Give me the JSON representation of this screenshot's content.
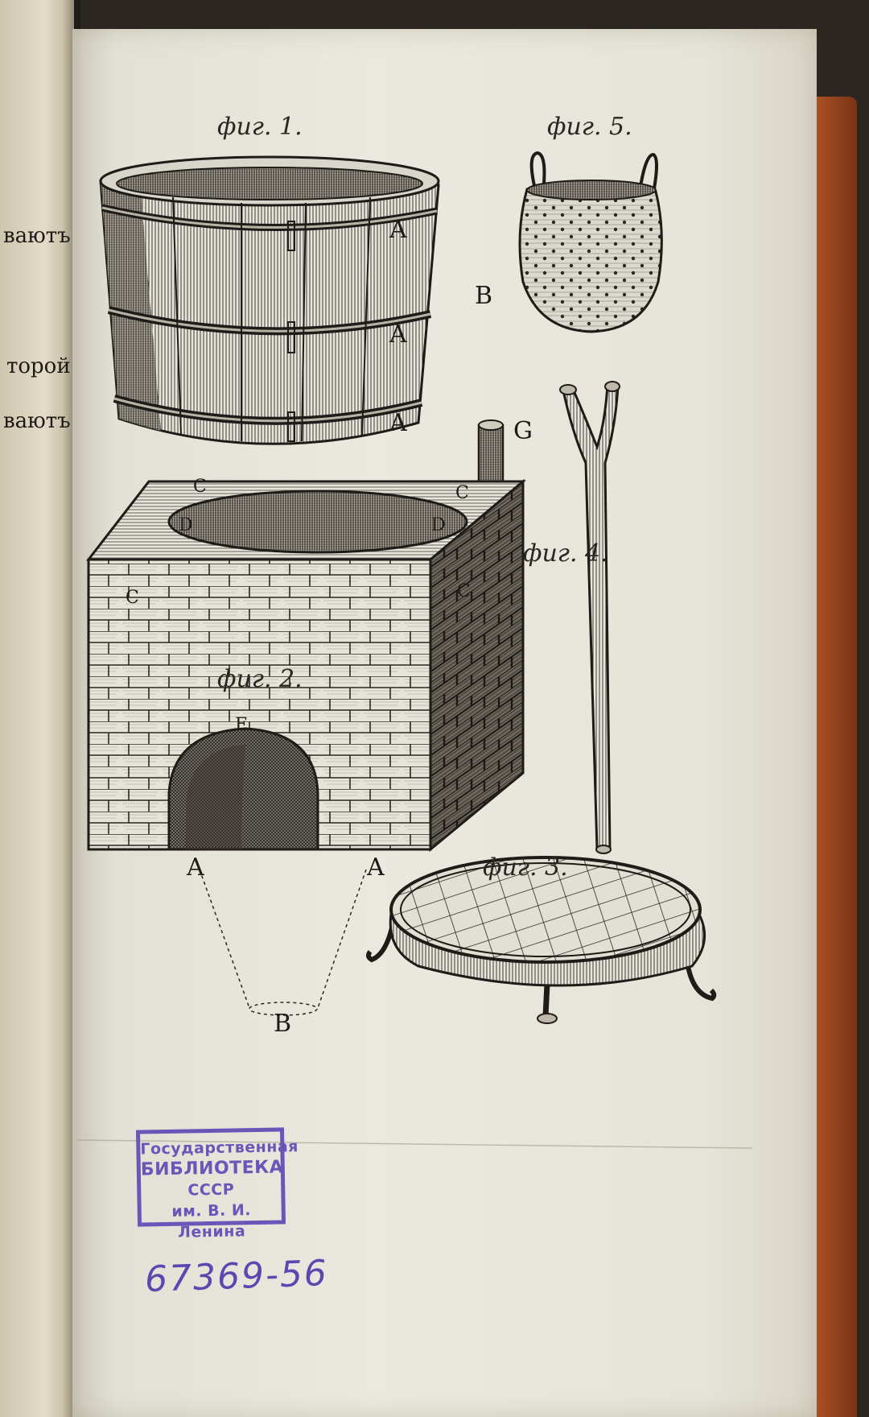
{
  "left_page": {
    "lines": [
      "ваютъ",
      "торой",
      "ваютъ."
    ]
  },
  "plate": {
    "fig1_caption": "фиг. 1.",
    "fig2_caption": "фиг. 2.",
    "fig3_caption": "фиг. 3.",
    "fig4_caption": "фиг. 4.",
    "fig5_caption": "фиг. 5.",
    "labels": {
      "a": "A",
      "b": "B",
      "c": "C",
      "d": "D",
      "e": "E",
      "g": "G"
    }
  },
  "stamp": {
    "line1": "Государственная",
    "line2": "БИБЛИОТЕКА",
    "line3": "СССР",
    "line4": "им. В. И. Ленина"
  },
  "inventory_number": "67369-56"
}
